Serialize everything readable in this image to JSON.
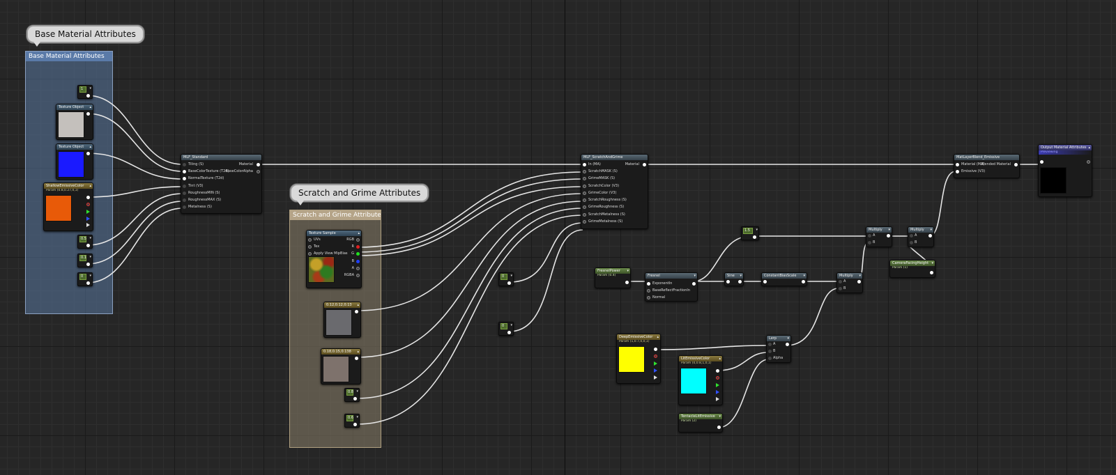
{
  "comments": {
    "base": {
      "bubble": "Base Material Attributes",
      "title": "Base Material Attributes"
    },
    "scratch": {
      "bubble": "Scratch and Grime Attributes",
      "title": "Scratch and Grime Attributes"
    }
  },
  "nodes": {
    "tex_object_1": {
      "title": "Texture Object"
    },
    "tex_object_2": {
      "title": "Texture Object"
    },
    "shallow_emissive": {
      "title": "ShallowEmissiveColor",
      "sub": "Param (0.8,0.27,0,1)"
    },
    "mlf_standard": {
      "title": "MLF_Standard",
      "inputs": [
        "Tiling (S)",
        "BaseColorTexture (T2d)",
        "NormalTexture (T2d)",
        "Tint (V3)",
        "RoughnessMIN (S)",
        "RoughnessMAX (S)",
        "Metalness (S)"
      ],
      "outputs": [
        "Material",
        "BaseColorAlpha"
      ]
    },
    "texture_sample": {
      "title": "Texture Sample",
      "inputs": [
        "UVs",
        "Tex",
        "Apply View MipBias"
      ],
      "outputs": [
        "RGB",
        "R",
        "G",
        "B",
        "A",
        "RGBA"
      ]
    },
    "color_a": {
      "title": "0.12,0.12,0.13"
    },
    "color_b": {
      "title": "0.18,0.15,0.138"
    },
    "mlf_scratch": {
      "title": "MLF_ScratchAndGrime",
      "inputs": [
        "In (MA)",
        "ScratchMASK (S)",
        "GrimeMASK (S)",
        "ScratchColor (V3)",
        "GrimeColor (V3)",
        "ScratchRoughness (S)",
        "GrimeRoughness (S)",
        "ScratchMetalness (S)",
        "GrimeMetalness (S)"
      ],
      "outputs": [
        "Material"
      ]
    },
    "mat_layer_blend": {
      "title": "MatLayerBlend_Emissive",
      "inputs": [
        "Material (MA)",
        "Emissive (V3)"
      ],
      "outputs": [
        "Blended Material"
      ]
    },
    "output_ma": {
      "title": "Output Material Attributes",
      "sub": "Previewing"
    },
    "fresnel_power": {
      "title": "FresnelPower",
      "sub": "Param (0.4)"
    },
    "fresnel": {
      "title": "Fresnel",
      "inputs": [
        "ExponentIn",
        "BaseReflectFractionIn",
        "Normal"
      ]
    },
    "sine": {
      "title": "Sine"
    },
    "const_bias_scale": {
      "title": "ConstantBiasScale"
    },
    "multiply_1": {
      "title": "Multiply",
      "inputs": [
        "A",
        "B"
      ]
    },
    "multiply_2": {
      "title": "Multiply",
      "inputs": [
        "A",
        "B"
      ]
    },
    "multiply_3": {
      "title": "Multiply",
      "inputs": [
        "A",
        "B"
      ]
    },
    "camera_facing": {
      "title": "CameraFacingHeight",
      "sub": "Param (1)"
    },
    "deep_emissive": {
      "title": "DeepEmissiveColor",
      "sub": "Param (1,0.7,0,0,1)"
    },
    "lit_emissive": {
      "title": "LitEmissiveColor",
      "sub": "Param (0,0.8,1,0,1)"
    },
    "lerp": {
      "title": "Lerp",
      "inputs": [
        "A",
        "B",
        "Alpha"
      ]
    },
    "tentacle_lit": {
      "title": "TentacleLitEmissive",
      "sub": "Param (2)"
    }
  },
  "constants": {
    "c_tiling": "1",
    "c_rmin": "0.5",
    "c_rmax": "0.1",
    "c_metal": "0",
    "c_s1": "0.8",
    "c_s2": "0.6",
    "c_mid1": "0",
    "c_mid2": "0",
    "c_mult": "1.5"
  },
  "colors": {
    "shallow": "#e85a08",
    "deep": "#ffff00",
    "lit": "#00ffff",
    "tex1": "#c4c0bc",
    "tex2": "#1a1aff",
    "color_a": "#6a6a6e",
    "color_b": "#7e726c",
    "output_preview": "#000000"
  }
}
